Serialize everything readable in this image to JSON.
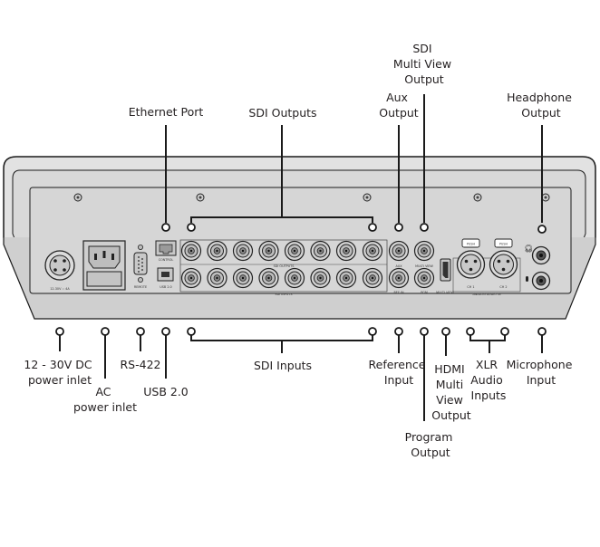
{
  "labels": {
    "ethernet_port": [
      "Ethernet Port"
    ],
    "sdi_outputs": [
      "SDI Outputs"
    ],
    "sdi_multiview_output": [
      "SDI",
      "Multi View",
      "Output"
    ],
    "aux_output": [
      "Aux",
      "Output"
    ],
    "headphone_output": [
      "Headphone",
      "Output"
    ],
    "dc_power_inlet": [
      "12 - 30V DC",
      "power inlet"
    ],
    "ac_power_inlet": [
      "AC",
      "power inlet"
    ],
    "rs422": [
      "RS-422"
    ],
    "usb": [
      "USB 2.0"
    ],
    "sdi_inputs": [
      "SDI Inputs"
    ],
    "reference_input": [
      "Reference",
      "Input"
    ],
    "hdmi_multiview_output": [
      "HDMI",
      "Multi",
      "View",
      "Output"
    ],
    "xlr_audio_inputs": [
      "XLR",
      "Audio",
      "Inputs"
    ],
    "microphone_input": [
      "Microphone",
      "Input"
    ],
    "program_output": [
      "Program",
      "Output"
    ]
  },
  "panel_text": {
    "dc_rating": "12-30V ⎓ 4A",
    "control": "CONTROL",
    "remote": "REMOTE",
    "usb": "USB 2.0",
    "sdi_outputs": "SDI OUTPUTS",
    "sdi_inputs": "SDI INPUTS",
    "aux": "AUX",
    "multiview": "MULTI VIEW",
    "ref_in": "REF IN",
    "pgm": "PGM",
    "push": "PUSH",
    "ch1": "CH 1",
    "ch2": "CH 2",
    "analog_audio_in": "ANALOG AUDIO IN"
  },
  "colors": {
    "chassis": "#e0e0e0",
    "panel": "#d5d5d5",
    "outline": "#1a1a1a",
    "text": "#231f20"
  }
}
